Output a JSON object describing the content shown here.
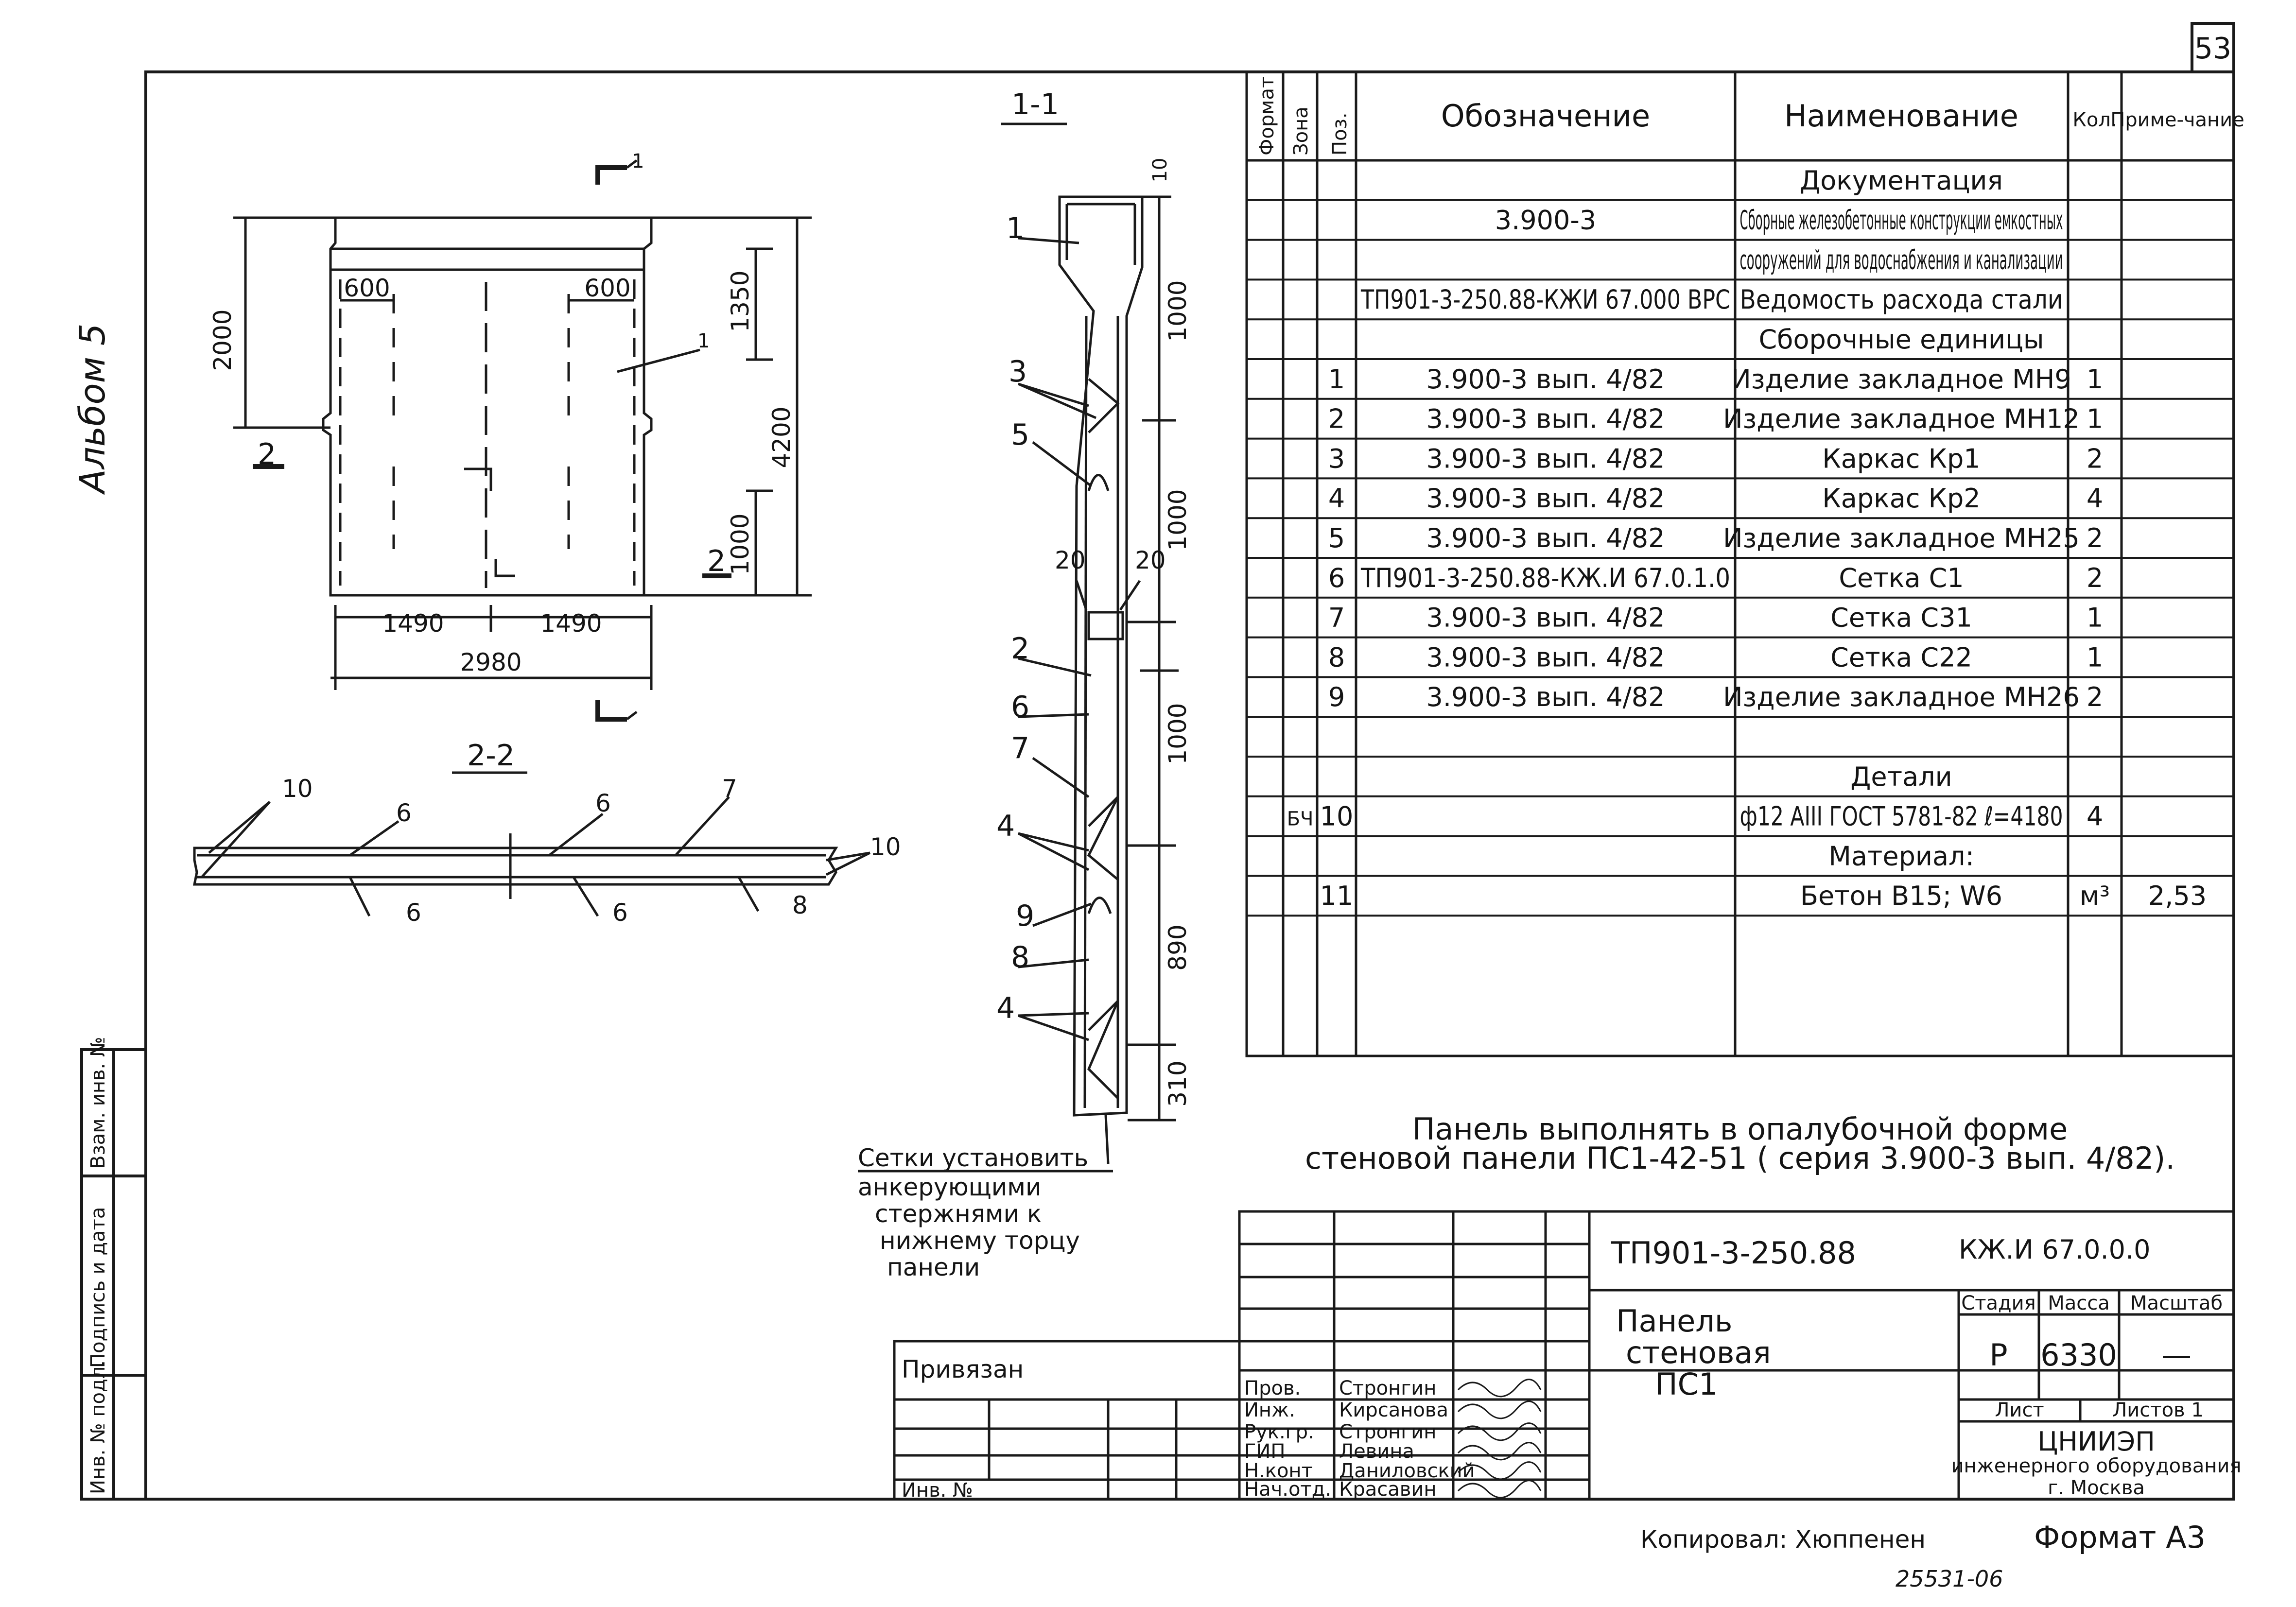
{
  "sheet_number": "53",
  "album": "Альбом 5",
  "sections": {
    "section_1_1": "1-1",
    "section_2_2": "2-2"
  },
  "left_strip": [
    "Инв. № подл.",
    "Подпись и дата",
    "Взам. инв. №"
  ],
  "front_view": {
    "dims": {
      "top_height": "2000",
      "upper_right": "1350",
      "overall_height": "4200",
      "lower_right": "1000",
      "hole_left": "600",
      "hole_right": "600",
      "half_left": "1490",
      "half_right": "1490",
      "total_width": "2980"
    },
    "cut_1": "1",
    "cut_2": "2",
    "pos_label": "1"
  },
  "section_1_1_view": {
    "dims": [
      "10",
      "1000",
      "1000",
      "20",
      "20",
      "1000",
      "890",
      "310"
    ],
    "labels": [
      "1",
      "3",
      "5",
      "2",
      "6",
      "7",
      "4",
      "9",
      "8",
      "4"
    ]
  },
  "section_2_2_view": {
    "labels": [
      "10",
      "6",
      "6",
      "7",
      "10",
      "6",
      "6",
      "8"
    ]
  },
  "spec": {
    "headers": {
      "format": "Формат",
      "zone": "Зона",
      "pos": "Поз.",
      "designation": "Обозначение",
      "name": "Наименование",
      "qty": "Кол.",
      "note": "Приме-чание"
    },
    "rows": [
      {
        "zone": "",
        "pos": "",
        "designation": "",
        "name": "Документация",
        "qty": "",
        "note": ""
      },
      {
        "zone": "",
        "pos": "",
        "designation": "3.900-3",
        "name": "Сборные железобетонные конструкции емкостных",
        "qty": "",
        "note": ""
      },
      {
        "zone": "",
        "pos": "",
        "designation": "",
        "name": "сооружений для водоснабжения и канализации",
        "qty": "",
        "note": ""
      },
      {
        "zone": "",
        "pos": "",
        "designation": "ТП901-3-250.88-КЖИ 67.000 ВРС",
        "name": "Ведомость расхода стали",
        "qty": "",
        "note": ""
      },
      {
        "zone": "",
        "pos": "",
        "designation": "",
        "name": "Сборочные единицы",
        "qty": "",
        "note": ""
      },
      {
        "zone": "",
        "pos": "1",
        "designation": "3.900-3 вып. 4/82",
        "name": "Изделие закладное МН9",
        "qty": "1",
        "note": ""
      },
      {
        "zone": "",
        "pos": "2",
        "designation": "3.900-3 вып. 4/82",
        "name": "Изделие закладное МН12",
        "qty": "1",
        "note": ""
      },
      {
        "zone": "",
        "pos": "3",
        "designation": "3.900-3 вып. 4/82",
        "name": "Каркас Кр1",
        "qty": "2",
        "note": ""
      },
      {
        "zone": "",
        "pos": "4",
        "designation": "3.900-3 вып. 4/82",
        "name": "Каркас Кр2",
        "qty": "4",
        "note": ""
      },
      {
        "zone": "",
        "pos": "5",
        "designation": "3.900-3 вып. 4/82",
        "name": "Изделие закладное МН25",
        "qty": "2",
        "note": ""
      },
      {
        "zone": "",
        "pos": "6",
        "designation": "ТП901-3-250.88-КЖ.И 67.0.1.0",
        "name": "Сетка С1",
        "qty": "2",
        "note": ""
      },
      {
        "zone": "",
        "pos": "7",
        "designation": "3.900-3 вып. 4/82",
        "name": "Сетка С31",
        "qty": "1",
        "note": ""
      },
      {
        "zone": "",
        "pos": "8",
        "designation": "3.900-3 вып. 4/82",
        "name": "Сетка С22",
        "qty": "1",
        "note": ""
      },
      {
        "zone": "",
        "pos": "9",
        "designation": "3.900-3 вып. 4/82",
        "name": "Изделие закладное МН26",
        "qty": "2",
        "note": ""
      },
      {
        "zone": "",
        "pos": "",
        "designation": "",
        "name": "",
        "qty": "",
        "note": ""
      },
      {
        "zone": "",
        "pos": "",
        "designation": "",
        "name": "Детали",
        "qty": "",
        "note": ""
      },
      {
        "zone": "БЧ",
        "pos": "10",
        "designation": "",
        "name": "ф12 АIII ГОСТ 5781-82 ℓ=4180",
        "qty": "4",
        "note": ""
      },
      {
        "zone": "",
        "pos": "",
        "designation": "",
        "name": "Материал:",
        "qty": "",
        "note": ""
      },
      {
        "zone": "",
        "pos": "11",
        "designation": "",
        "name": "Бетон В15; W6",
        "qty": "м³",
        "note": "2,53"
      }
    ]
  },
  "notes": {
    "panel_line1": "Панель выполнять в опалубочной форме",
    "panel_line2": "стеновой панели ПС1-42-51 ( серия 3.900-3 вып. 4/82).",
    "mesh": [
      "Сетки установить",
      "анкерующими",
      "стержнями к",
      "нижнему торцу",
      "панели"
    ]
  },
  "title_block": {
    "project_code": "ТП901-3-250.88",
    "drawing_code": "КЖ.И 67.0.0.0",
    "title": [
      "Панель",
      "стеновая",
      "ПС1"
    ],
    "stage_label": "Стадия",
    "mass_label": "Масса",
    "scale_label": "Масштаб",
    "stage": "Р",
    "mass": "6330",
    "scale": "—",
    "sheet_label": "Лист",
    "sheets_label": "Листов 1",
    "org": [
      "ЦНИИЭП",
      "инженерного оборудования",
      "г. Москва"
    ],
    "signatures": [
      {
        "role": "Пров.",
        "name": "Стронгин"
      },
      {
        "role": "Инж.",
        "name": "Кирсанова"
      },
      {
        "role": "Рук.гр.",
        "name": "Стронгин"
      },
      {
        "role": "ГИП",
        "name": "Левина"
      },
      {
        "role": "Н.конт",
        "name": "Даниловский"
      },
      {
        "role": "Нач.отд.",
        "name": "Красавин"
      }
    ],
    "bound": "Привязан",
    "inv_no": "Инв. №"
  },
  "footer": {
    "copied": "Копировал: Хюппенен",
    "format": "Формат А3",
    "stamp_number": "25531-06"
  }
}
